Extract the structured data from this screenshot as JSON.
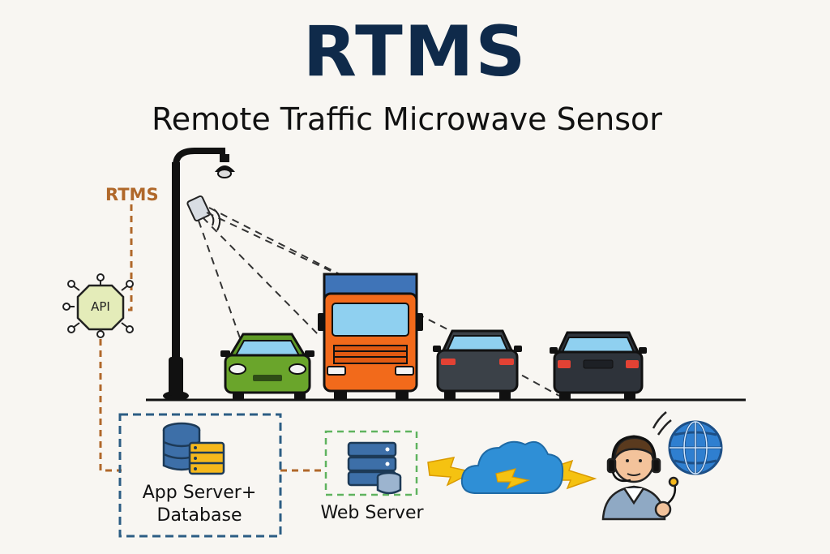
{
  "header": {
    "title": "RTMS",
    "subtitle": "Remote Traffic Microwave Sensor"
  },
  "sensor": {
    "label": "RTMS",
    "icon": "radar-sensor-icon"
  },
  "api": {
    "label": "API",
    "icon": "chip-icon"
  },
  "app_server": {
    "label_line1": "App Server+",
    "label_line2": "Database",
    "icon": "database-server-icon"
  },
  "web_server": {
    "label": "Web Server",
    "icon": "server-stack-icon"
  },
  "vehicles": [
    {
      "type": "car",
      "color": "#6aa52b",
      "icon": "green-car-icon"
    },
    {
      "type": "truck",
      "color": "#f26a1b",
      "icon": "orange-truck-icon"
    },
    {
      "type": "car",
      "color": "#3b4148",
      "icon": "dark-car-icon"
    },
    {
      "type": "car",
      "color": "#2e333a",
      "icon": "dark-car-rear-icon"
    }
  ],
  "colors": {
    "title": "#0f2a4a",
    "link_orange": "#b0682a",
    "box_blue": "#2c5d84",
    "box_green": "#5fb35f",
    "cloud": "#2f8fd6",
    "lightning": "#f5c211"
  }
}
